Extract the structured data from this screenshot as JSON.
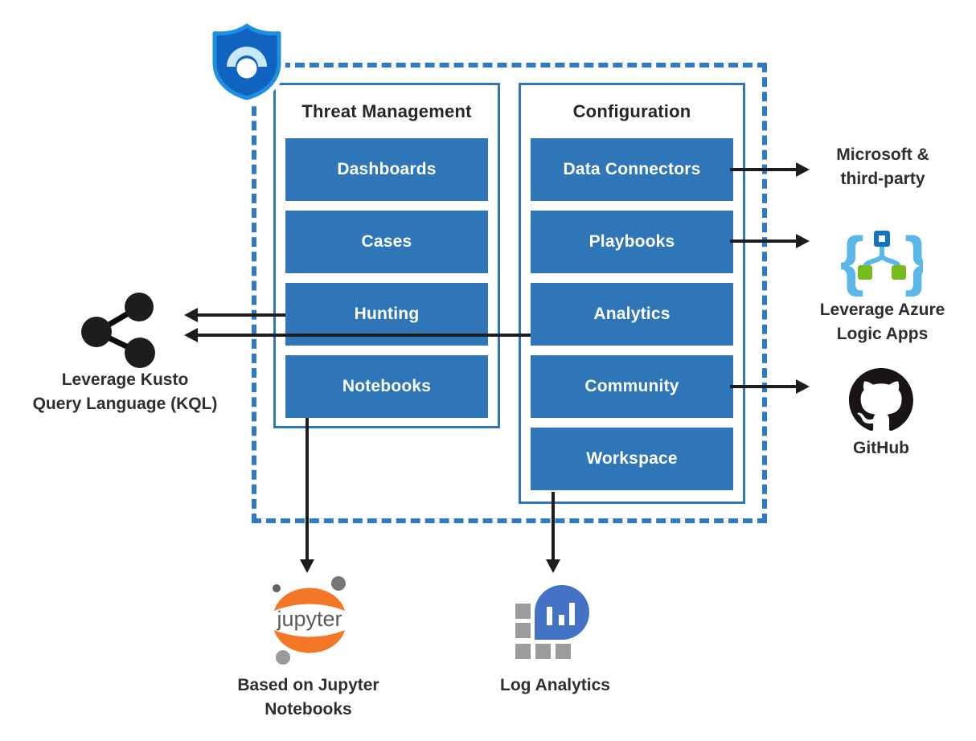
{
  "columns": {
    "tm": {
      "title": "Threat Management",
      "items": [
        "Dashboards",
        "Cases",
        "Hunting",
        "Notebooks"
      ]
    },
    "cfg": {
      "title": "Configuration",
      "items": [
        "Data Connectors",
        "Playbooks",
        "Analytics",
        "Community",
        "Workspace"
      ]
    }
  },
  "externals": {
    "microsoft": "Microsoft &\nthird-party",
    "logic_apps": "Leverage Azure\nLogic Apps",
    "github": "GitHub",
    "kql": "Leverage Kusto\nQuery Language (KQL)",
    "jupyter_logo_text": "jupyter",
    "jupyter": "Based on Jupyter\nNotebooks",
    "log_analytics": "Log Analytics"
  },
  "icons": {
    "shield": "azure-sentinel-shield-icon",
    "kql": "kusto-share-icon",
    "logic_apps": "azure-logic-apps-icon",
    "github": "github-octocat-icon",
    "jupyter": "jupyter-logo",
    "log_analytics": "log-analytics-icon"
  },
  "colors": {
    "box_blue": "#2E76B8",
    "dash_blue": "#2F7BC3",
    "arrow_black": "#1D1D1D",
    "shield_fill": "#1064C0",
    "shield_stroke": "#1E8FE3",
    "shield_arc": "#C9E9FA",
    "jupyter_orange": "#F37726",
    "logic_light_blue": "#5BB7E8",
    "logic_blue": "#1173C2",
    "logic_green": "#77BC1F",
    "log_blue": "#4472C4",
    "log_gray": "#9C9C9C"
  }
}
